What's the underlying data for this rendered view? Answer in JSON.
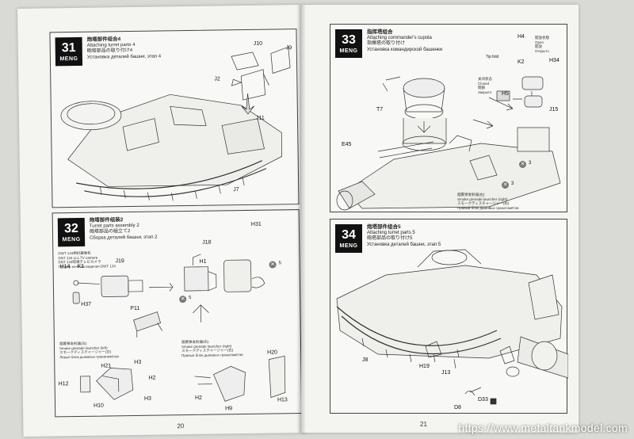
{
  "brand": "MENG",
  "watermark": "https://www.metaltankmodel.com",
  "left_page": {
    "page_number": "20",
    "step31": {
      "number": "31",
      "title_cn": "炮塔部件组合4",
      "title_en": "Attaching turret parts 4",
      "title_jp": "砲塔部品の取り付け4",
      "title_ru": "Установка деталей башни, этап 4",
      "labels": [
        "J10",
        "J9",
        "J2",
        "J11",
        "J7"
      ]
    },
    "step32": {
      "number": "32",
      "title_cn": "炮塔部件组装2",
      "title_en": "Turret parts assembly 2",
      "title_jp": "砲塔部品の組立て2",
      "title_ru": "Сборка деталей башни, этап 2",
      "note_lines": [
        "DWT 134相机摄像机",
        "DNT 134 LLL TV camera",
        "DNT 134暗視テレビカメラ",
        "Прибор ночного видения DWT 134"
      ],
      "labels": [
        "H31",
        "J18",
        "H1",
        "H14",
        "K1",
        "J19",
        "H37",
        "P11",
        "H21",
        "H3",
        "H2",
        "H12",
        "H10",
        "H3",
        "H20",
        "H2",
        "H9",
        "H13"
      ],
      "cross_counts": [
        "5",
        "5"
      ],
      "smoke_left": [
        "烟雾弹发射器(左)",
        "Smoke grenade launcher (left)",
        "スモークディスチャージャー(左)",
        "Левые блок дымовых гранатомётов"
      ],
      "smoke_right": [
        "烟雾弹发射器(右)",
        "Smoke grenade launcher (right)",
        "スモークディスチャージャー(右)",
        "Правые блок дымовых гранатомётов"
      ]
    }
  },
  "right_page": {
    "page_number": "21",
    "step33": {
      "number": "33",
      "title_cn": "指挥塔组合",
      "title_en": "Attaching commander's cupola",
      "title_jp": "指揮塔の取り付け",
      "title_ru": "Установка командирской башенки",
      "labels": [
        "H4",
        "K2",
        "H34",
        "H5",
        "J15",
        "T7",
        "E45"
      ],
      "small_notes": [
        "Tip fold"
      ],
      "open_notes": [
        "開放状態",
        "Open",
        "開放",
        "Открыто"
      ],
      "closed_notes": [
        "关闭状态",
        "Closed",
        "閉鎖",
        "Закрыто"
      ],
      "cross_counts": [
        "3",
        "3"
      ],
      "smoke_note": [
        "烟雾弹发射器(右)",
        "Smoke grenade launcher (right)",
        "スモークディスチャージャー(右)",
        "Правый блок дымовых гранатомётов"
      ]
    },
    "step34": {
      "number": "34",
      "title_cn": "炮塔部件组合5",
      "title_en": "Attaching turret parts 5",
      "title_jp": "砲塔部品の取り付け5",
      "title_ru": "Установка деталей башни, этап 5",
      "labels": [
        "J8",
        "H19",
        "J13",
        "D8",
        "D33"
      ]
    }
  }
}
